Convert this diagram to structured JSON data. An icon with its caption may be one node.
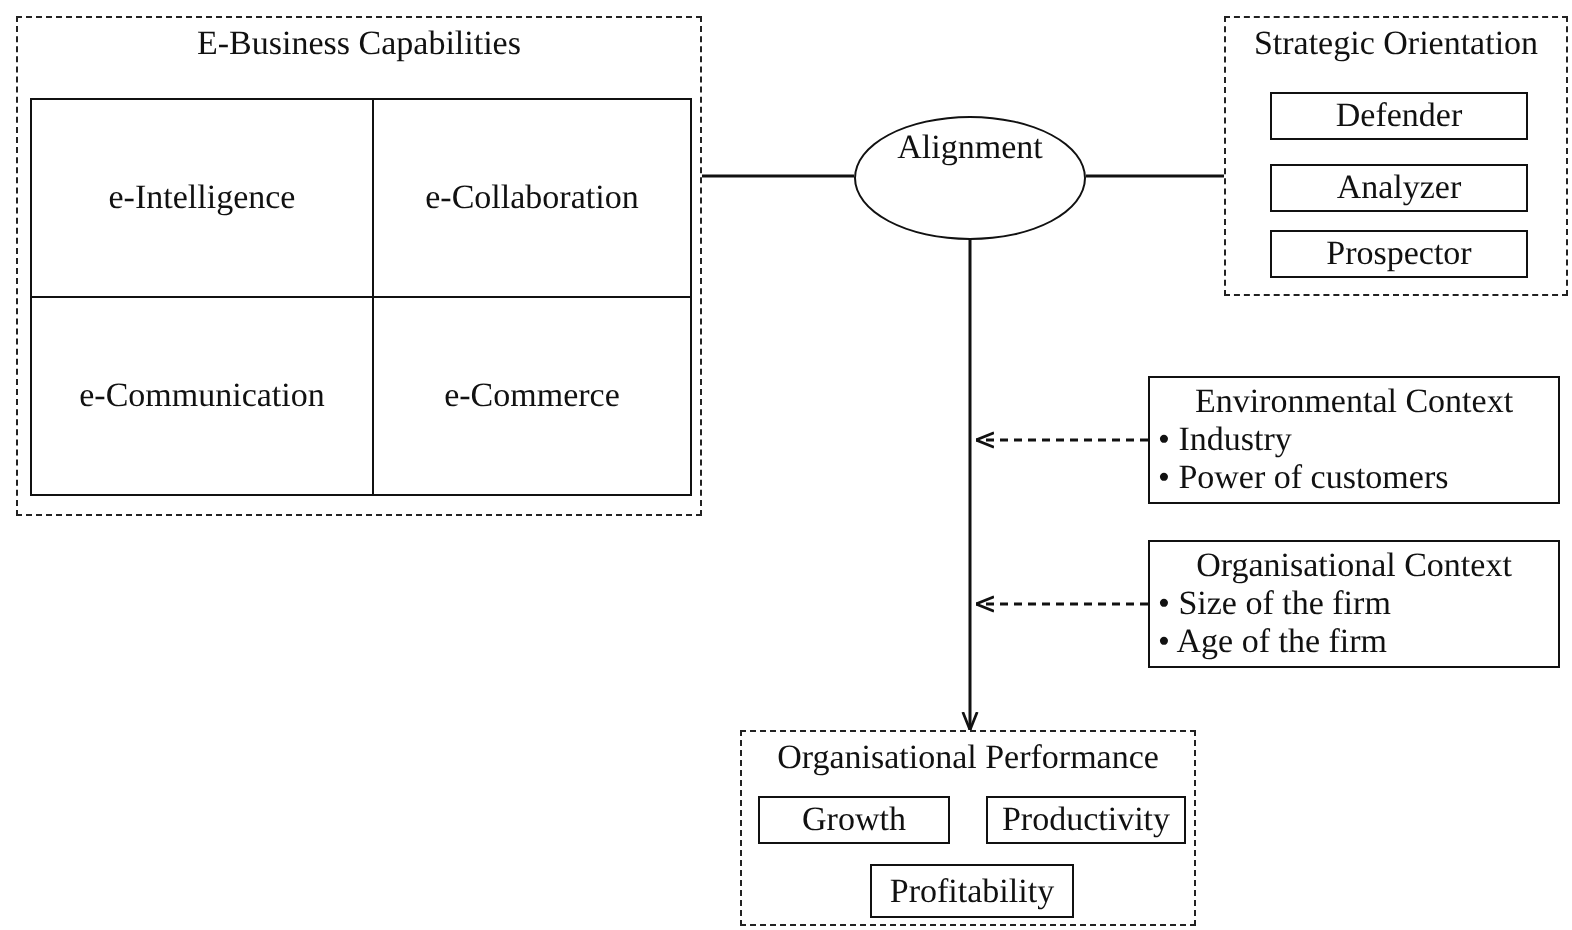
{
  "diagram": {
    "nodes": [
      {
        "text": [
          "E-Business Capabilities"
        ]
      },
      {
        "text": [
          "e-Intelligence"
        ],
        "in": 0
      },
      {
        "text": [
          "e-Collaboration"
        ],
        "in": 0
      },
      {
        "text": [
          "e-Communication"
        ],
        "in": 0
      },
      {
        "text": [
          "e-Commerce"
        ],
        "in": 0
      },
      {
        "text": [
          "Alignment"
        ]
      },
      {
        "text": [
          "Strategic Orientation"
        ]
      },
      {
        "text": [
          "Defender"
        ],
        "in": 6
      },
      {
        "text": [
          "Analyzer"
        ],
        "in": 6
      },
      {
        "text": [
          "Prospector"
        ],
        "in": 6
      },
      {
        "text": [
          "Environmental Context",
          "• Industry",
          "• Power of customers"
        ]
      },
      {
        "text": [
          "Organisational Context",
          "• Size of the firm",
          "• Age of the firm"
        ]
      },
      {
        "text": [
          "Organisational Performance"
        ]
      },
      {
        "text": [
          "Growth"
        ],
        "in": 12
      },
      {
        "text": [
          "Productivity"
        ],
        "in": 12
      },
      {
        "text": [
          "Profitability"
        ],
        "in": 12
      }
    ],
    "edges": [
      {
        "from": 0,
        "to": 5,
        "arrow": "none"
      },
      {
        "from": 5,
        "to": 6,
        "arrow": "none"
      },
      {
        "from": 5,
        "to": 12,
        "arrow": "to"
      },
      {
        "from": 10,
        "to": null,
        "arrow": "to",
        "style": "dashed"
      },
      {
        "from": 11,
        "to": null,
        "arrow": "to",
        "style": "dashed"
      }
    ]
  }
}
